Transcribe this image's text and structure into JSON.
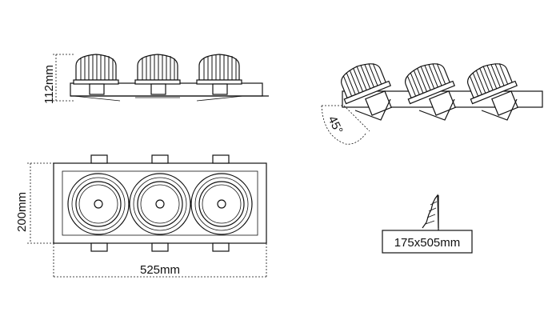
{
  "labels": {
    "height": "112mm",
    "depth": "200mm",
    "length": "525mm",
    "tilt": "45°",
    "cutout": "175x505mm"
  }
}
